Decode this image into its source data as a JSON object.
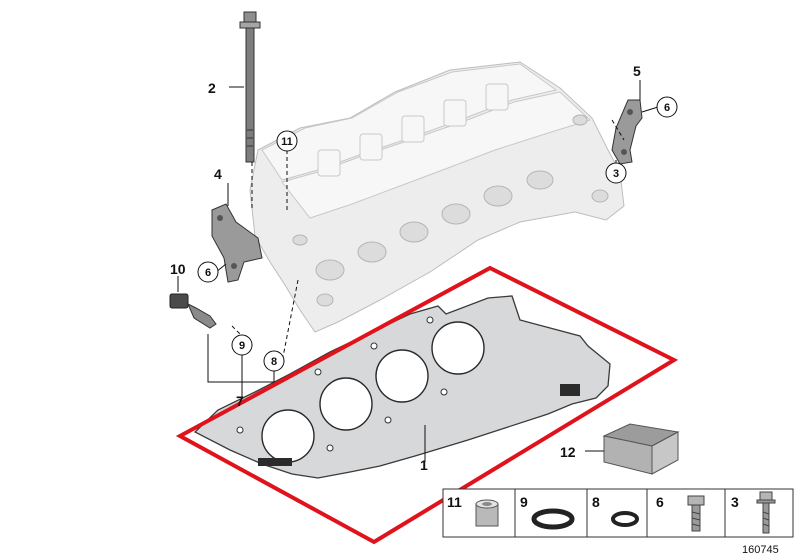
{
  "labels": {
    "l1": "1",
    "l2": "2",
    "l3": "3",
    "l4": "4",
    "l5": "5",
    "l6a": "6",
    "l6b": "6",
    "l7": "7",
    "l8": "8",
    "l9": "9",
    "l10": "10",
    "l11": "11",
    "l12": "12"
  },
  "parts_table": [
    "11",
    "9",
    "8",
    "6",
    "3"
  ],
  "reference_number": "160745",
  "colors": {
    "highlight": "#e0121b",
    "outline": "#333333"
  }
}
